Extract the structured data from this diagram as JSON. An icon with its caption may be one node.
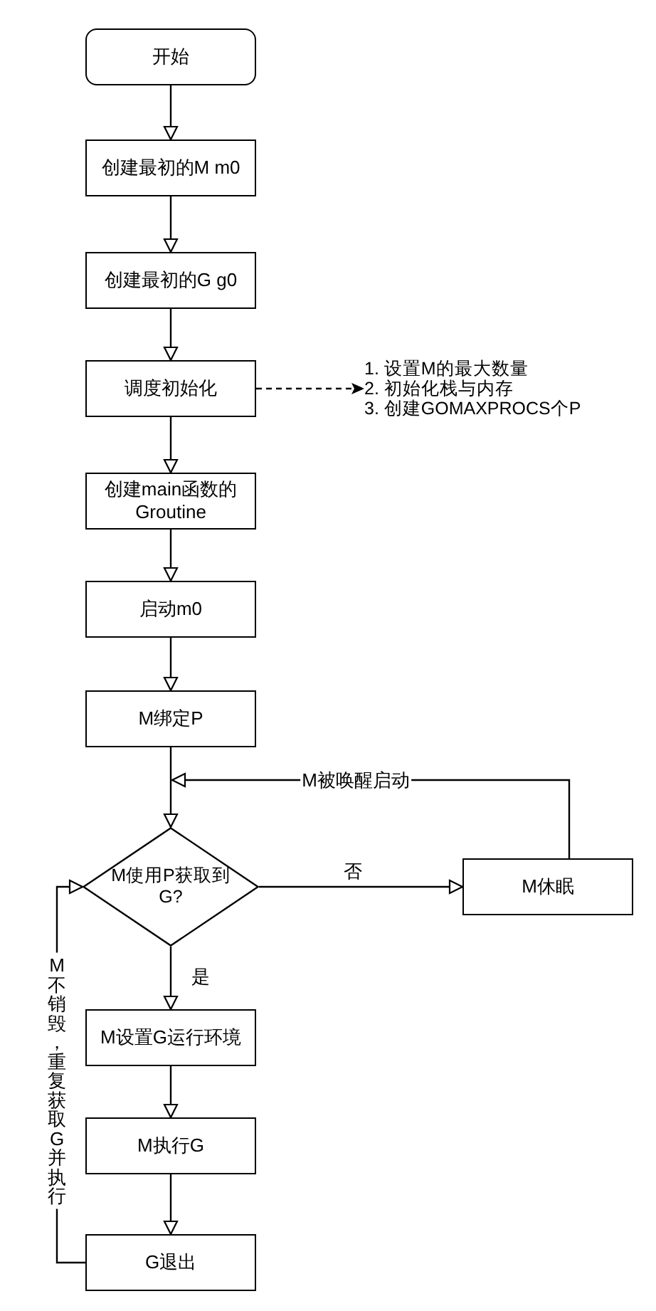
{
  "diagram": {
    "nodes": [
      {
        "text": [
          "开始"
        ]
      },
      {
        "text": [
          "创建最初的M m0"
        ]
      },
      {
        "text": [
          "创建最初的G g0"
        ]
      },
      {
        "text": [
          "调度初始化"
        ]
      },
      {
        "text": [
          "1. 设置M的最大数量",
          "2. 初始化栈与内存",
          "3. 创建GOMAXPROCS个P"
        ]
      },
      {
        "text": [
          "创建main函数的 Groutine"
        ]
      },
      {
        "text": [
          "启动m0"
        ]
      },
      {
        "text": [
          "M绑定P"
        ]
      },
      {
        "text": [
          "M使用P获取到 G?"
        ]
      },
      {
        "text": [
          "M休眠"
        ]
      },
      {
        "text": [
          "M设置G运行环境"
        ]
      },
      {
        "text": [
          "M执行G"
        ]
      },
      {
        "text": [
          "G退出"
        ]
      }
    ],
    "edges": [
      {
        "from": 0,
        "to": 1,
        "arrow": "to"
      },
      {
        "from": 1,
        "to": 2,
        "arrow": "to"
      },
      {
        "from": 2,
        "to": 3,
        "arrow": "to"
      },
      {
        "from": 3,
        "to": 4,
        "arrow": "to",
        "style": "dashed"
      },
      {
        "from": 3,
        "to": 5,
        "arrow": "to"
      },
      {
        "from": 5,
        "to": 6,
        "arrow": "to"
      },
      {
        "from": 6,
        "to": 7,
        "arrow": "to"
      },
      {
        "from": 7,
        "to": 8,
        "arrow": "to"
      },
      {
        "from": 8,
        "to": 9,
        "arrow": "to",
        "label": "否"
      },
      {
        "from": 9,
        "to": 8,
        "arrow": "to",
        "label": "M被唤醒启动"
      },
      {
        "from": 8,
        "to": 10,
        "arrow": "to",
        "label": "是"
      },
      {
        "from": 10,
        "to": 11,
        "arrow": "to"
      },
      {
        "from": 11,
        "to": 12,
        "arrow": "to"
      },
      {
        "from": 12,
        "to": 8,
        "arrow": "to",
        "label": "M不销毁，重复获取G并执行"
      }
    ]
  }
}
